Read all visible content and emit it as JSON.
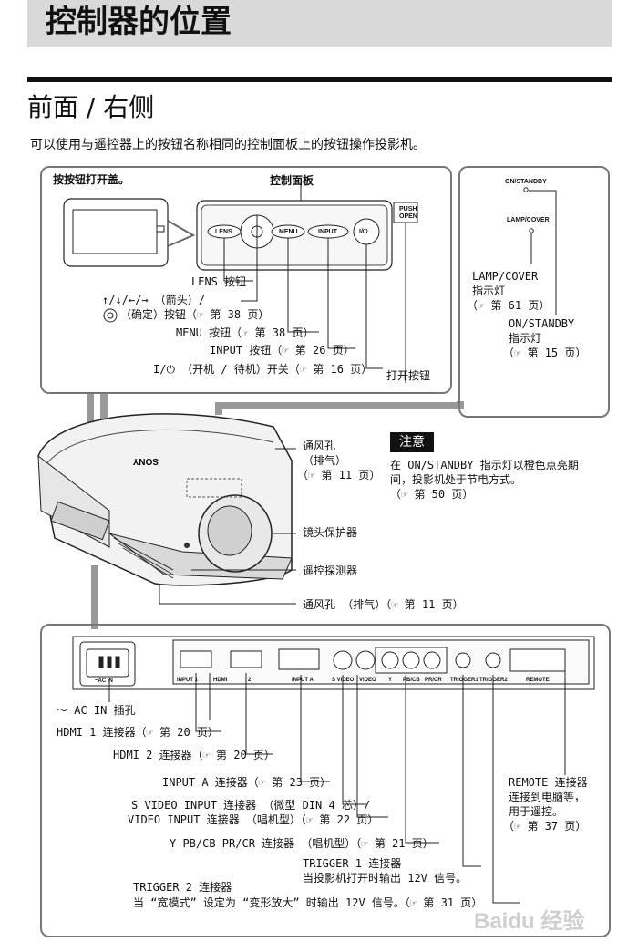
{
  "header": {
    "title": "控制器的位置",
    "section_title": "前面 / 右侧",
    "intro": "可以使用与遥控器上的按钮名称相同的控制面板上的按钮操作投影机。"
  },
  "top_panel": {
    "open_cover": "按按钮打开盖。",
    "control_panel": "控制面板",
    "push_open_1": "PUSH",
    "push_open_2": "OPEN",
    "btn_lens": "LENS",
    "btn_menu": "MENU",
    "btn_input": "INPUT",
    "btn_power": "I/⏻",
    "callouts": {
      "lens": "LENS 按钮",
      "arrows_1": "↑/↓/←/→ （箭头）/",
      "arrows_2": "（确定）按钮（☞ 第 38 页）",
      "menu": "MENU 按钮（☞ 第 38 页）",
      "input": "INPUT 按钮（☞ 第 26 页）",
      "power": "I/⏻ （开机 / 待机）开关（☞ 第 16 页）",
      "open_button": "打开按钮"
    }
  },
  "indicator_panel": {
    "on_standby": "ON/STANDBY",
    "lamp_cover": "LAMP/COVER",
    "lamp_label_1": "LAMP/COVER",
    "lamp_label_2": "指示灯",
    "lamp_label_3": "（☞ 第 61 页）",
    "standby_label_1": "ON/STANDBY",
    "standby_label_2": "指示灯",
    "standby_label_3": "（☞ 第 15 页）"
  },
  "projector": {
    "brand": "SONY",
    "vent_1": "通风孔",
    "vent_2": "（排气）",
    "vent_3": "（☞ 第 11 页）",
    "lens_cover": "镜头保护器",
    "remote_sensor": "遥控探测器",
    "vent_bottom": "通风孔 （排气）（☞ 第 11 页）"
  },
  "notice": {
    "label": "注意",
    "line1": "在 ON/STANDBY 指示灯以橙色点亮期",
    "line2": "间，投影机处于节电方式。",
    "line3": "（☞ 第 50 页）"
  },
  "rear_panel": {
    "ac_in_small": "~AC IN",
    "ports": {
      "input1": "INPUT  1",
      "hdmi": "HDMI",
      "two": "2",
      "input_a": "INPUT A",
      "svideo": "S VIDEO",
      "video": "VIDEO",
      "y": "Y",
      "pb": "PB/CB",
      "pr": "PR/CR",
      "trig1": "TRIGGER1",
      "trig2": "TRIGGER2",
      "remote": "REMOTE"
    },
    "callouts": {
      "ac_in": "～ AC IN 插孔",
      "hdmi1": "HDMI 1 连接器（☞ 第 20 页）",
      "hdmi2": "HDMI 2 连接器（☞ 第 20 页）",
      "input_a": "INPUT A 连接器（☞ 第 23 页）",
      "svideo_1": "S VIDEO INPUT 连接器 （微型 DIN 4 芯）/",
      "svideo_2": "VIDEO INPUT 连接器 （唱机型）（☞ 第 22 页）",
      "ypbpr": "Y PB/CB PR/CR 连接器 （唱机型）（☞ 第 21 页）",
      "trig1_1": "TRIGGER 1 连接器",
      "trig1_2": "当投影机打开时输出 12V 信号。",
      "trig2_1": "TRIGGER 2 连接器",
      "trig2_2": "当 “宽模式” 设定为 “变形放大” 时输出 12V 信号。（☞ 第 31 页）",
      "remote_1": "REMOTE 连接器",
      "remote_2": "连接到电脑等，",
      "remote_3": "用于遥控。",
      "remote_4": "（☞ 第 37 页）"
    }
  },
  "watermark": "Baidu 经验"
}
